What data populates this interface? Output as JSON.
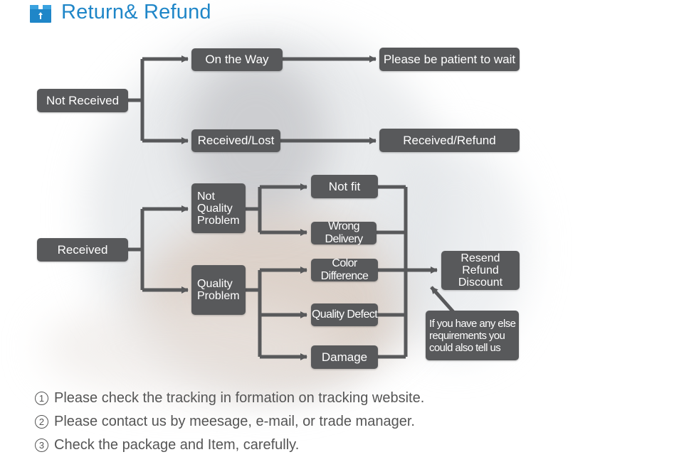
{
  "header": {
    "title": "Return& Refund",
    "icon": "package-icon",
    "accent": "#1f86c8"
  },
  "nodes": {
    "not_received": "Not Received",
    "on_the_way": "On the Way",
    "please_wait": "Please be patient to wait",
    "received_lost": "Received/Lost",
    "received_refund": "Received/Refund",
    "received": "Received",
    "not_quality_problem": "Not\nQuality\nProblem",
    "quality_problem": "Quality\nProblem",
    "not_fit": "Not fit",
    "wrong_delivery": "Wrong Delivery",
    "color_difference": "Color Difference",
    "quality_defect": "Quality Defect",
    "damage": "Damage",
    "resend_refund_discount": "Resend\nRefund\nDiscount",
    "else_requirements": "If you have any else\nrequirements you\ncould also tell us"
  },
  "notes": [
    {
      "num": "1",
      "text": "Please check the tracking in formation on tracking website."
    },
    {
      "num": "2",
      "text": "Please contact us by meesage, e-mail, or trade manager."
    },
    {
      "num": "3",
      "text": "Check the package and Item, carefully."
    }
  ],
  "colors": {
    "node_bg": "#58595b",
    "node_text": "#ffffff",
    "connector": "#58595b",
    "note_text": "#555555"
  }
}
